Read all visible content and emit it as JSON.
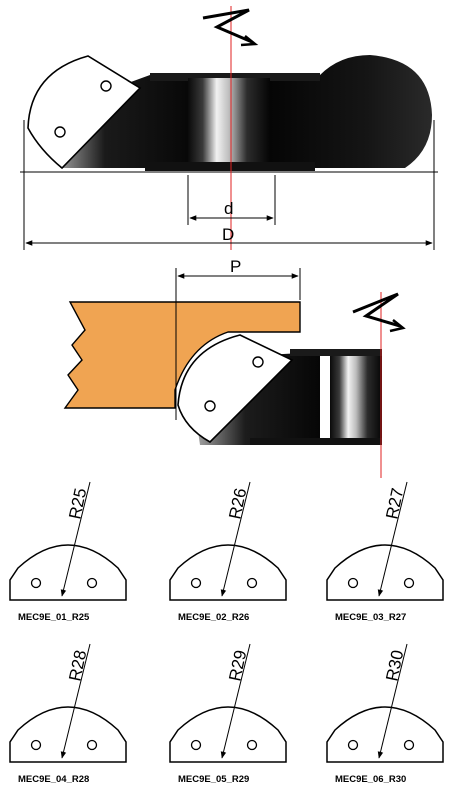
{
  "top_drawing": {
    "bore_label": "d",
    "outer_label": "D"
  },
  "side_drawing": {
    "projection_label": "P"
  },
  "profiles": [
    {
      "radius": "R25",
      "code": "MEC9E_01_R25"
    },
    {
      "radius": "R26",
      "code": "MEC9E_02_R26"
    },
    {
      "radius": "R27",
      "code": "MEC9E_03_R27"
    },
    {
      "radius": "R28",
      "code": "MEC9E_04_R28"
    },
    {
      "radius": "R29",
      "code": "MEC9E_05_R29"
    },
    {
      "radius": "R30",
      "code": "MEC9E_06_R30"
    }
  ],
  "colors": {
    "ink": "#000000",
    "centerline": "#e02020",
    "wood": "#f0a452",
    "steel_dark": "#0c0c0c",
    "steel_light": "#e8e8e8"
  }
}
